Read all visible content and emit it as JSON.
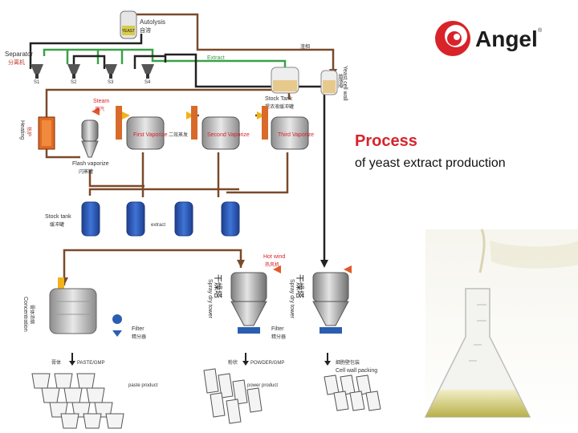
{
  "brand": {
    "name": "Angel",
    "registered_mark": "®",
    "logo_colors": [
      "#d8232a",
      "#e8353b",
      "#1c1c1c"
    ]
  },
  "slide": {
    "title": "Process",
    "subtitle": "of yeast extract production"
  },
  "diagram": {
    "autolysis": {
      "en": "Autolysis",
      "zh": "自溶",
      "tank_label": "YEAST"
    },
    "separator": {
      "en": "Separator",
      "zh": "分离机",
      "units": [
        "S1",
        "S2",
        "S3",
        "S4"
      ]
    },
    "extract_line": "Extract",
    "slag_line": "渣相",
    "stock_tank_top": {
      "en": "Stock Tank",
      "zh": "提浓液缓冲罐"
    },
    "yeast_cell_wall": {
      "en": "Yeast cell wall",
      "zh": "细胞壁"
    },
    "steam": {
      "en": "Steam",
      "zh": "蒸汽"
    },
    "heating": {
      "en": "Heating",
      "zh": "热炉"
    },
    "flash_vaporize": {
      "en": "Flash vaporize",
      "zh": "闪蒸罐"
    },
    "vaporizers": [
      {
        "en": "First Vaporize"
      },
      {
        "en": "Second Vaporize"
      },
      {
        "en": "Third Vaporize"
      }
    ],
    "effect_label": "二效蒸发",
    "stock_tank_mid": {
      "en": "Stock tank",
      "zh": "缓冲罐"
    },
    "extract_label": "extract",
    "hot_wind": {
      "en": "Hot wind",
      "zh": "热风机"
    },
    "concentration": {
      "en": "Concentration",
      "zh": "膏体浓缩"
    },
    "filter_left": {
      "en": "Filter",
      "zh": "精分器"
    },
    "filter_mid": {
      "en": "Filter",
      "zh": "精分器"
    },
    "spray_tower_1": {
      "en": "Spray dry tower",
      "zh": "干燥塔"
    },
    "spray_tower_2": {
      "en": "Spray dry tower",
      "zh": "干燥塔"
    },
    "outputs": [
      {
        "zh": "膏体",
        "en": "PASTE/GMP",
        "product": "paste product"
      },
      {
        "zh": "粉状",
        "en": "POWDER/GMP",
        "product": "power product"
      },
      {
        "zh": "细胞壁包装",
        "en": "Cell wall packing",
        "product": ""
      }
    ]
  },
  "photo": {
    "description_colors": [
      "#e9e6cf",
      "#c9c27a",
      "#f4f2e6"
    ]
  }
}
